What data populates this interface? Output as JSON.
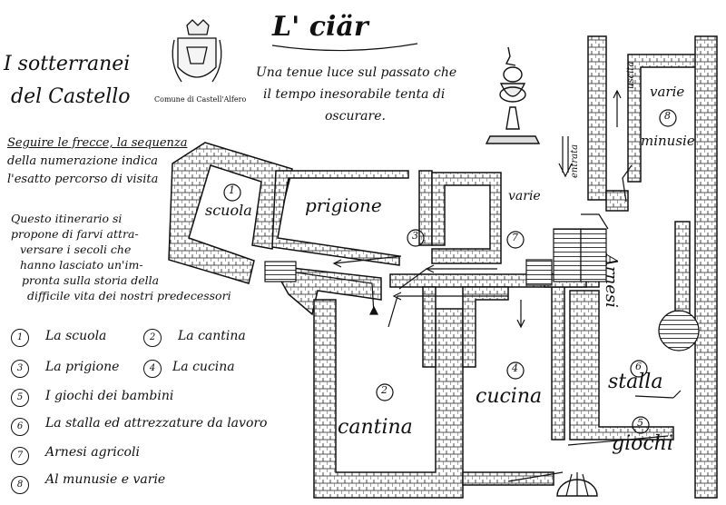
{
  "header": {
    "title_line1": "I sotterranei",
    "title_line2": "del Castello",
    "comune": "Comune di Castell'Alfero",
    "main_title": "L' ciär",
    "quote_lines": [
      "Una tenue luce sul passato che",
      "il tempo inesorabile tenta di",
      "oscurare."
    ]
  },
  "instructions": {
    "heading": "Seguire le frecce, la sequenza",
    "line2": "della numerazione indica",
    "line3": "l'esatto percorso di visita"
  },
  "intro_lines": [
    "Questo itinerario si",
    "propone di farvi attra-",
    "versare i secoli che",
    "hanno lasciato un'im-",
    "pronta sulla storia della",
    "difficile vita dei nostri predecessori"
  ],
  "legend": [
    {
      "num": "1",
      "label": "La scuola"
    },
    {
      "num": "2",
      "label": "La cantina"
    },
    {
      "num": "3",
      "label": "La prigione"
    },
    {
      "num": "4",
      "label": "La cucina"
    },
    {
      "num": "5",
      "label": "I giochi dei bambini"
    },
    {
      "num": "6",
      "label": "La stalla ed attrezzature da lavoro"
    },
    {
      "num": "7",
      "label": "Arnesi agricoli"
    },
    {
      "num": "8",
      "label": "Al munusie e varie"
    }
  ],
  "rooms": {
    "scuola": {
      "num": "1",
      "label": "scuola"
    },
    "prigione": {
      "label": "prigione"
    },
    "cantina": {
      "num": "2",
      "label": "cantina"
    },
    "prigione_num": {
      "num": "3"
    },
    "cucina": {
      "num": "4",
      "label": "cucina"
    },
    "giochi": {
      "num": "5",
      "label": "giochi"
    },
    "stalla": {
      "num": "6",
      "label": "stalla"
    },
    "arnesi_num": {
      "num": "7"
    },
    "arnesi": {
      "label": "Arnesi"
    },
    "varie_top": {
      "num": "8",
      "label_a": "varie",
      "label_b": "minusie"
    },
    "varie_mid": {
      "label": "varie"
    },
    "entrata": {
      "label": "entrata"
    },
    "uscita": {
      "label": "uscita"
    }
  }
}
